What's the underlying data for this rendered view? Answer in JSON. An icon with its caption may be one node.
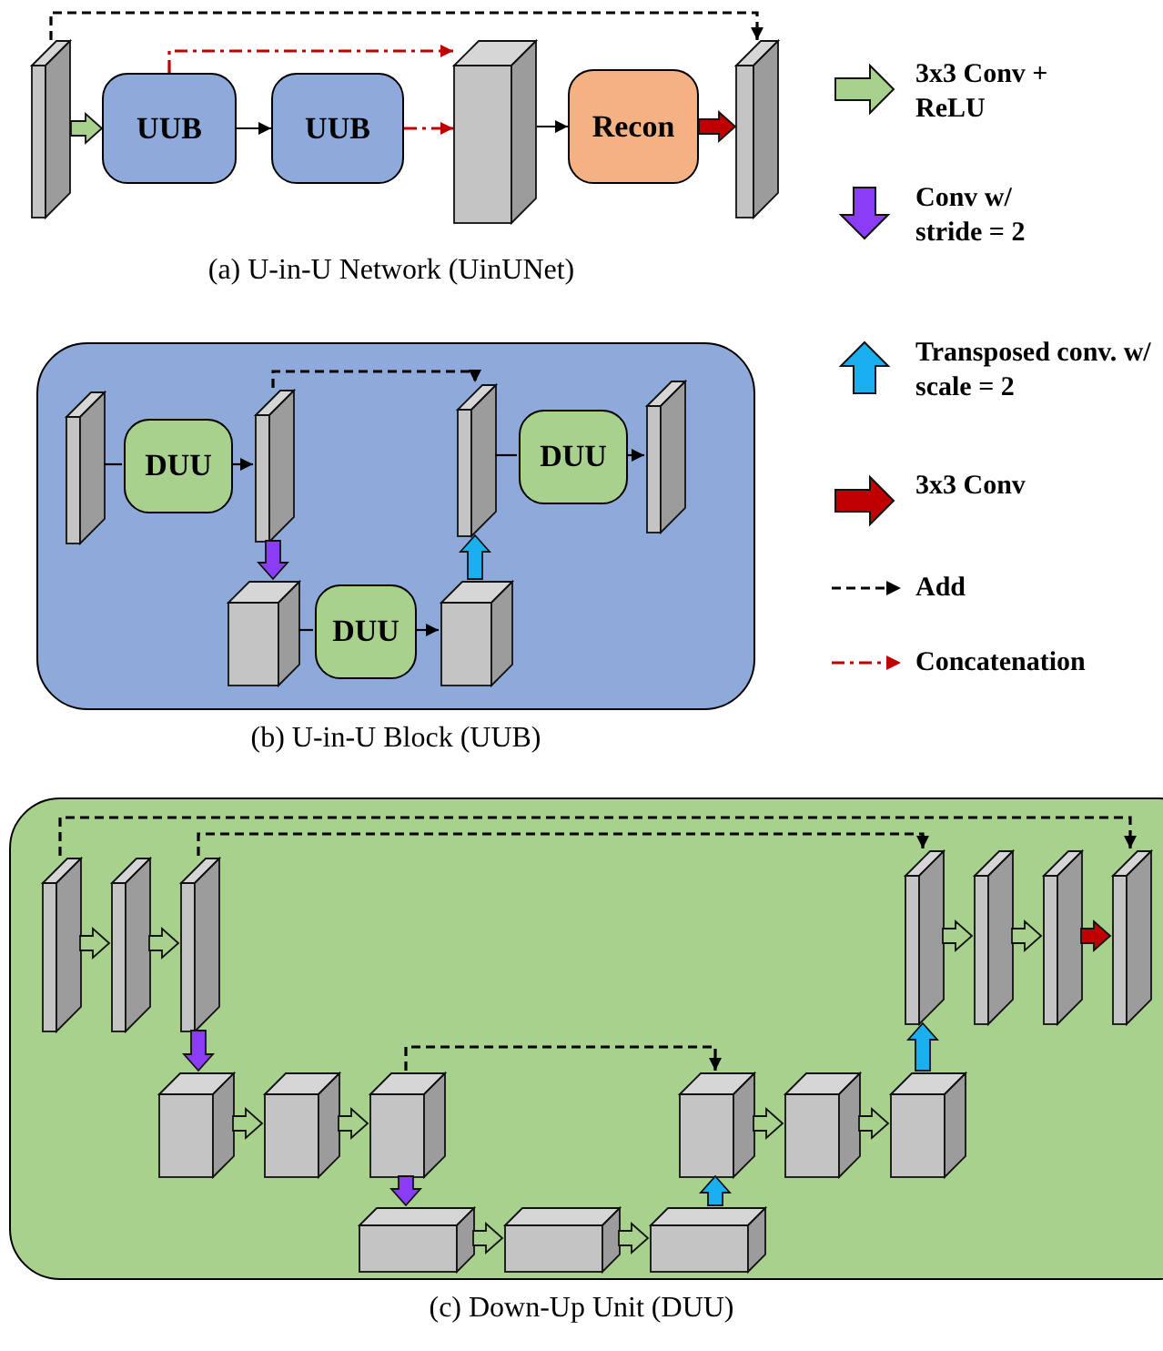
{
  "diagram": {
    "nodes": [
      {
        "text": [],
        "shape": "box"
      },
      {
        "text": [
          "UUB"
        ]
      },
      {
        "text": [
          "UUB"
        ]
      },
      {
        "text": [],
        "shape": "box"
      },
      {
        "text": [
          "Recon"
        ]
      },
      {
        "text": [],
        "shape": "box"
      },
      {
        "text": [],
        "shape": "box"
      },
      {
        "text": [],
        "shape": "box",
        "in": 6
      },
      {
        "text": [
          "DUU"
        ],
        "in": 6
      },
      {
        "text": [],
        "shape": "box",
        "in": 6
      },
      {
        "text": [],
        "shape": "box",
        "in": 6
      },
      {
        "text": [
          "DUU"
        ],
        "in": 6
      },
      {
        "text": [],
        "shape": "box",
        "in": 6
      },
      {
        "text": [],
        "shape": "box",
        "in": 6
      },
      {
        "text": [
          "DUU"
        ],
        "in": 6
      },
      {
        "text": [],
        "shape": "box",
        "in": 6
      },
      {
        "text": [],
        "shape": "box"
      },
      {
        "text": [],
        "shape": "box",
        "in": 16
      },
      {
        "text": [],
        "shape": "box",
        "in": 16
      },
      {
        "text": [],
        "shape": "box",
        "in": 16
      },
      {
        "text": [],
        "shape": "box",
        "in": 16
      },
      {
        "text": [],
        "shape": "box",
        "in": 16
      },
      {
        "text": [],
        "shape": "box",
        "in": 16
      },
      {
        "text": [],
        "shape": "box",
        "in": 16
      },
      {
        "text": [],
        "shape": "box",
        "in": 16
      },
      {
        "text": [],
        "shape": "box",
        "in": 16
      },
      {
        "text": [],
        "shape": "box",
        "in": 16
      },
      {
        "text": [],
        "shape": "box",
        "in": 16
      },
      {
        "text": [],
        "shape": "box",
        "in": 16
      },
      {
        "text": [],
        "shape": "box",
        "in": 16
      },
      {
        "text": [],
        "shape": "box",
        "in": 16
      },
      {
        "text": [],
        "shape": "box",
        "in": 16
      },
      {
        "text": [],
        "shape": "box",
        "in": 16
      }
    ],
    "edges": [
      {
        "from": 0,
        "to": 1,
        "arrow": "to",
        "style": "thick",
        "color": "#a9d18e"
      },
      {
        "from": 1,
        "to": 2,
        "arrow": "to"
      },
      {
        "from": 1,
        "to": 3,
        "arrow": "to",
        "style": "dashed",
        "color": "#c00000"
      },
      {
        "from": 2,
        "to": 3,
        "arrow": "to",
        "style": "dashed",
        "color": "#c00000"
      },
      {
        "from": 3,
        "to": 4,
        "arrow": "to"
      },
      {
        "from": 4,
        "to": 5,
        "arrow": "to",
        "style": "thick",
        "color": "#c00000"
      },
      {
        "from": 0,
        "to": 5,
        "arrow": "to",
        "style": "dashed"
      },
      {
        "from": 7,
        "to": 8,
        "arrow": "none"
      },
      {
        "from": 8,
        "to": 9,
        "arrow": "to"
      },
      {
        "from": 9,
        "to": 10,
        "arrow": "to",
        "style": "thick",
        "color": "#8b3cf7"
      },
      {
        "from": 10,
        "to": 11,
        "arrow": "none"
      },
      {
        "from": 11,
        "to": 12,
        "arrow": "to"
      },
      {
        "from": 12,
        "to": 13,
        "arrow": "to",
        "style": "thick",
        "color": "#1ab0f0"
      },
      {
        "from": 13,
        "to": 14,
        "arrow": "none"
      },
      {
        "from": 14,
        "to": 15,
        "arrow": "to"
      },
      {
        "from": 9,
        "to": 13,
        "arrow": "to",
        "style": "dashed"
      },
      {
        "from": 17,
        "to": 18,
        "arrow": "to",
        "style": "thick",
        "color": "#a9d18e"
      },
      {
        "from": 18,
        "to": 19,
        "arrow": "to",
        "style": "thick",
        "color": "#a9d18e"
      },
      {
        "from": 19,
        "to": 20,
        "arrow": "to",
        "style": "thick",
        "color": "#8b3cf7"
      },
      {
        "from": 20,
        "to": 21,
        "arrow": "to",
        "style": "thick",
        "color": "#a9d18e"
      },
      {
        "from": 21,
        "to": 22,
        "arrow": "to",
        "style": "thick",
        "color": "#a9d18e"
      },
      {
        "from": 22,
        "to": 23,
        "arrow": "to",
        "style": "thick",
        "color": "#8b3cf7"
      },
      {
        "from": 23,
        "to": 24,
        "arrow": "to",
        "style": "thick",
        "color": "#a9d18e"
      },
      {
        "from": 24,
        "to": 25,
        "arrow": "to",
        "style": "thick",
        "color": "#a9d18e"
      },
      {
        "from": 25,
        "to": 26,
        "arrow": "to",
        "style": "thick",
        "color": "#1ab0f0"
      },
      {
        "from": 26,
        "to": 27,
        "arrow": "to",
        "style": "thick",
        "color": "#a9d18e"
      },
      {
        "from": 27,
        "to": 28,
        "arrow": "to",
        "style": "thick",
        "color": "#a9d18e"
      },
      {
        "from": 28,
        "to": 29,
        "arrow": "to",
        "style": "thick",
        "color": "#1ab0f0"
      },
      {
        "from": 29,
        "to": 30,
        "arrow": "to",
        "style": "thick",
        "color": "#a9d18e"
      },
      {
        "from": 30,
        "to": 31,
        "arrow": "to",
        "style": "thick",
        "color": "#a9d18e"
      },
      {
        "from": 31,
        "to": 32,
        "arrow": "to",
        "style": "thick",
        "color": "#c00000"
      },
      {
        "from": 17,
        "to": 32,
        "arrow": "to",
        "style": "dashed"
      },
      {
        "from": 19,
        "to": 29,
        "arrow": "to",
        "style": "dashed"
      },
      {
        "from": 22,
        "to": 26,
        "arrow": "to",
        "style": "dashed"
      }
    ],
    "labels": [
      "(a) U-in-U Network (UinUNet)",
      "(b) U-in-U Block (UUB)",
      "(c) Down-Up Unit (DUU)"
    ],
    "legend": [
      {
        "text": "3x3 Conv + ReLU"
      },
      {
        "text": "Conv w/ stride = 2"
      },
      {
        "text": "Transposed conv. w/ scale = 2"
      },
      {
        "text": "3x3 Conv"
      },
      {
        "text": "Add"
      },
      {
        "text": "Concatenation"
      }
    ]
  }
}
